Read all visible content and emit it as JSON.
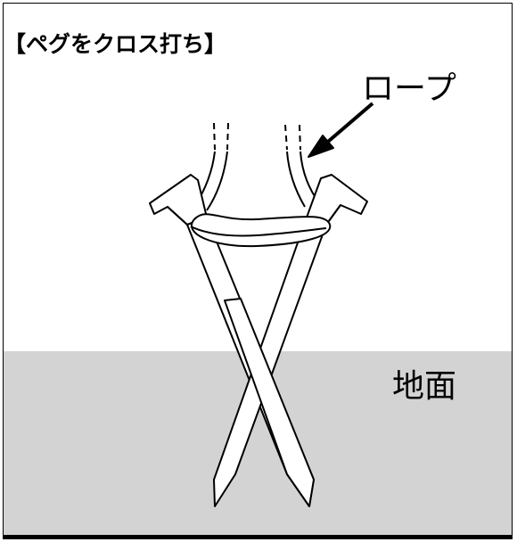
{
  "title": "【ペグをクロス打ち】",
  "labels": {
    "rope": "ロープ",
    "ground": "地面"
  },
  "colors": {
    "ground": "#d3d3d3",
    "line": "#000000",
    "background": "#ffffff"
  },
  "icons": {
    "arrow": "arrow-icon",
    "peg": "peg-icon",
    "rope": "rope-icon"
  }
}
